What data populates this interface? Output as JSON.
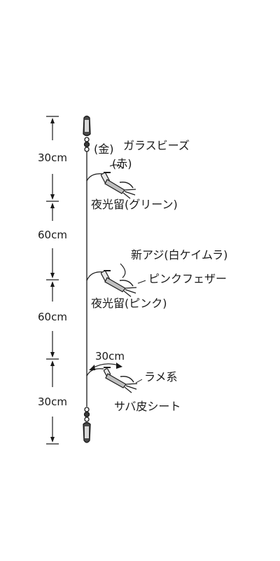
{
  "segments": [
    {
      "length": "30cm"
    },
    {
      "length": "60cm"
    },
    {
      "length": "60cm"
    },
    {
      "length": "30cm"
    }
  ],
  "branch_length": "30cm",
  "hooks": [
    {
      "labels": {
        "bead_color": "(金)",
        "beads": "ガラスビーズ",
        "thread_color": "(赤)",
        "luminous": "夜光留(グリーン)"
      }
    },
    {
      "labels": {
        "lure": "新アジ(白ケイムラ)",
        "feather": "ピンクフェザー",
        "luminous": "夜光留(ピンク)"
      }
    },
    {
      "labels": {
        "thread": "ラメ系",
        "sheet": "サバ皮シート"
      }
    }
  ],
  "colors": {
    "line": "#1a1a1a",
    "dimension": "#1a1a1a",
    "text": "#1a1a1a"
  }
}
